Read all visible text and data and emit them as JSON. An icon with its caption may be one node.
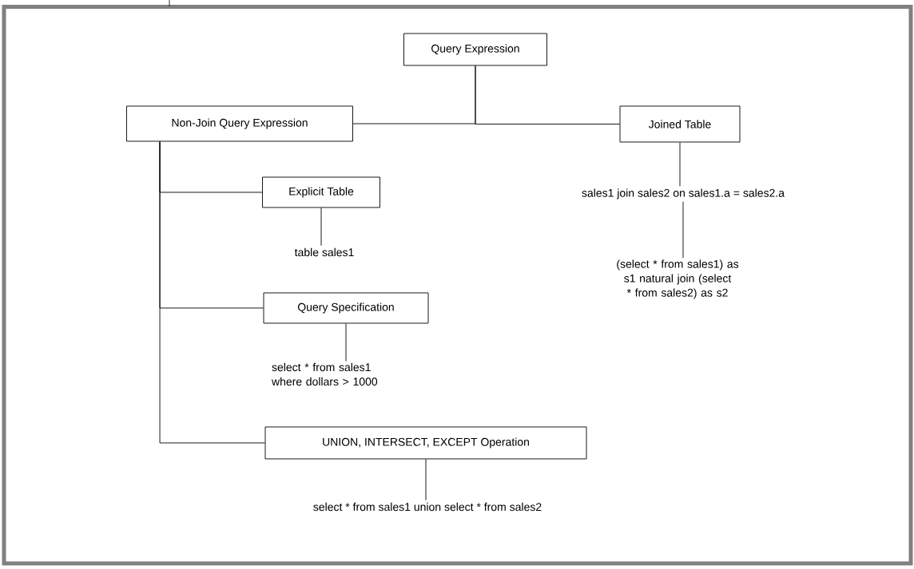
{
  "diagram": {
    "nodes": [
      {
        "text": [
          "Query Expression"
        ]
      },
      {
        "text": [
          "Non-Join Query Expression"
        ]
      },
      {
        "text": [
          "Joined Table"
        ]
      },
      {
        "text": [
          "Explicit Table"
        ]
      },
      {
        "text": [
          "table sales1"
        ]
      },
      {
        "text": [
          "Query Specification"
        ]
      },
      {
        "text": [
          "select * from sales1 where dollars > 1000"
        ]
      },
      {
        "text": [
          "UNION, INTERSECT, EXCEPT Operation"
        ]
      },
      {
        "text": [
          "select * from sales1 union select * from sales2"
        ]
      },
      {
        "text": [
          "sales1 join sales2 on sales1.a = sales2.a"
        ]
      },
      {
        "text": [
          "(select * from sales1) as s1 natural join (select * from sales2) as s2"
        ]
      }
    ],
    "edges": [
      {
        "from": 0,
        "to": 1,
        "arrow": "none"
      },
      {
        "from": 0,
        "to": 2,
        "arrow": "none"
      },
      {
        "from": 1,
        "to": 3,
        "arrow": "none"
      },
      {
        "from": 1,
        "to": 5,
        "arrow": "none"
      },
      {
        "from": 1,
        "to": 7,
        "arrow": "none"
      },
      {
        "from": 3,
        "to": 4,
        "arrow": "none"
      },
      {
        "from": 5,
        "to": 6,
        "arrow": "none"
      },
      {
        "from": 7,
        "to": 8,
        "arrow": "none"
      },
      {
        "from": 2,
        "to": 9,
        "arrow": "none"
      },
      {
        "from": 9,
        "to": 10,
        "arrow": "none"
      }
    ]
  }
}
